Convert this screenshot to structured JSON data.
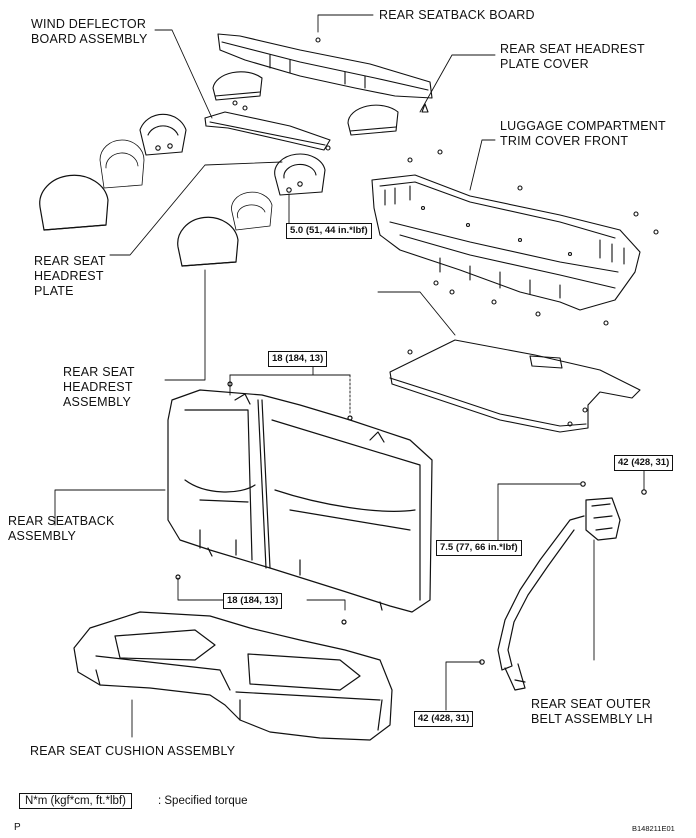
{
  "labels": {
    "wind_deflector": [
      "WIND DEFLECTOR",
      "BOARD ASSEMBLY"
    ],
    "seatback_board": [
      "REAR SEATBACK BOARD"
    ],
    "headrest_plate_cover": [
      "REAR SEAT HEADREST",
      "PLATE COVER"
    ],
    "luggage_trim": [
      "LUGGAGE COMPARTMENT",
      "TRIM COVER FRONT"
    ],
    "headrest_plate": [
      "REAR SEAT",
      "HEADREST",
      "PLATE"
    ],
    "headrest_assembly": [
      "REAR SEAT",
      "HEADREST",
      "ASSEMBLY"
    ],
    "seatback_assembly": [
      "REAR SEATBACK",
      "ASSEMBLY"
    ],
    "cushion_assembly": [
      "REAR SEAT CUSHION ASSEMBLY"
    ],
    "outer_belt": [
      "REAR SEAT OUTER",
      "BELT ASSEMBLY LH"
    ]
  },
  "torque": {
    "headrest_plate": "5.0 (51, 44 in.*lbf)",
    "seatback_top": "18 (184, 13)",
    "seatback_bottom": "18 (184, 13)",
    "belt_upper": "7.5 (77, 66 in.*lbf)",
    "belt_anchor": "42 (428, 31)",
    "belt_floor": "42 (428, 31)"
  },
  "legend": {
    "unit_box": "N*m (kgf*cm, ft.*lbf)",
    "description": ": Specified torque"
  },
  "corner_left": "P",
  "figure_id": "B148211E01"
}
